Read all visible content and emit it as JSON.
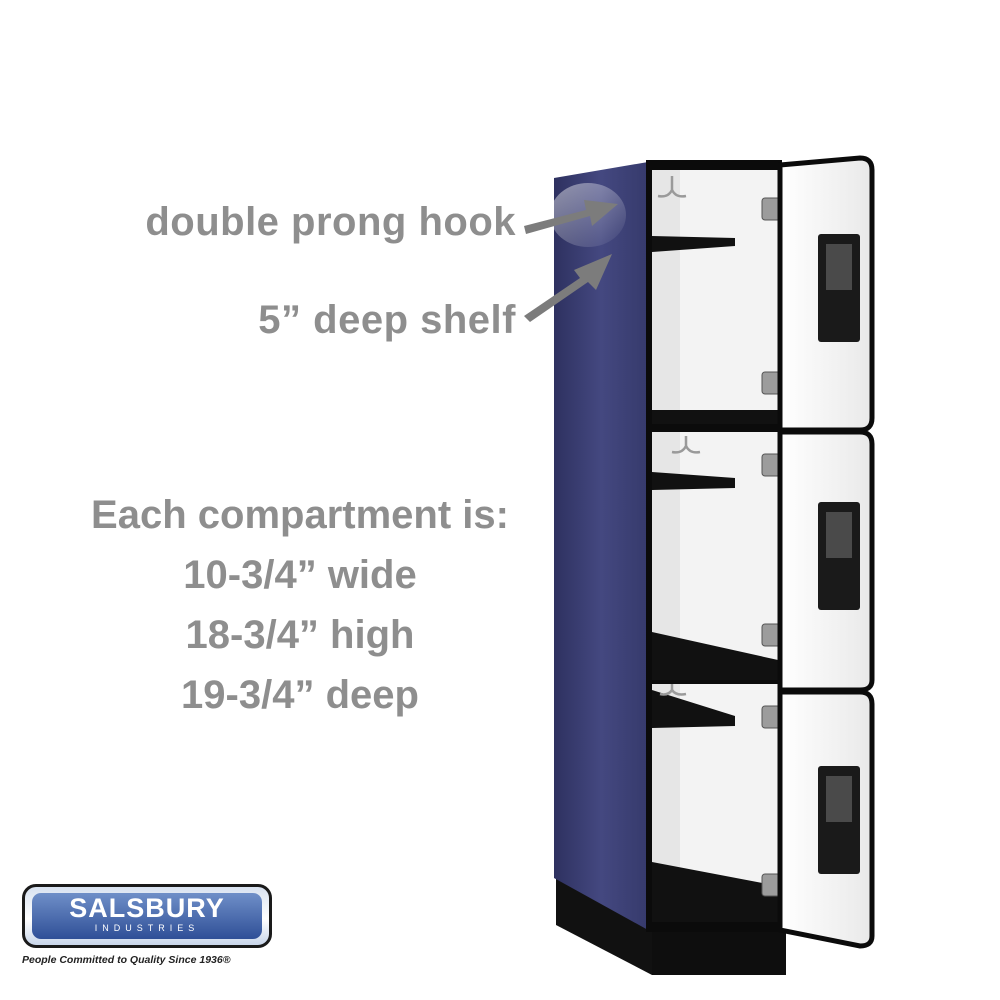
{
  "callouts": {
    "hook": "double prong hook",
    "shelf": "5” deep shelf"
  },
  "specs": {
    "heading": "Each compartment is:",
    "lines": [
      "10-3/4” wide",
      "18-3/4” high",
      "19-3/4” deep"
    ]
  },
  "logo": {
    "name": "SALSBURY",
    "sub": "INDUSTRIES",
    "tagline": "People Committed to Quality Since 1936®"
  },
  "colors": {
    "text_gray": "#8e8e8e",
    "locker_side": "#3c3f73",
    "locker_black": "#0b0b0b",
    "interior_white": "#f4f4f4",
    "logo_blue": "#2f4f97"
  },
  "icons": [
    "arrow-icon",
    "hook-icon",
    "hinge-icon",
    "lock-icon"
  ]
}
